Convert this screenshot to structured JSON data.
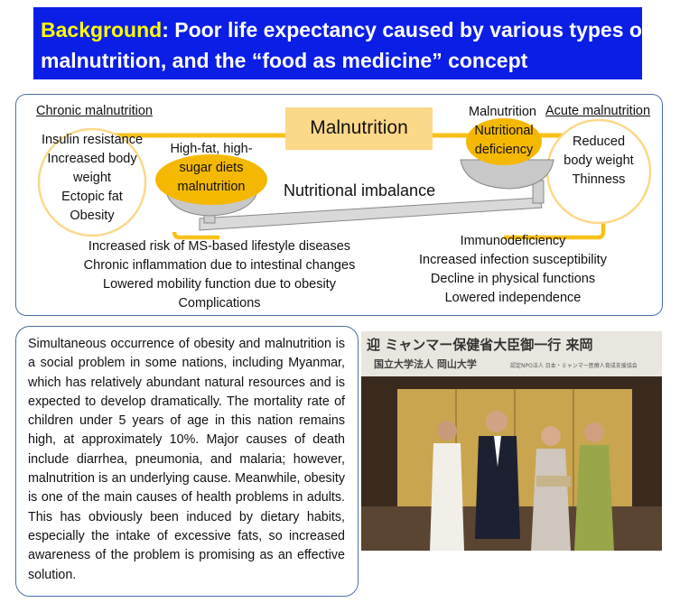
{
  "header": {
    "keyword": "Background",
    "line1_rest": ": Poor life expectancy caused by various types of",
    "line2": "malnutrition, and the “food as medicine” concept"
  },
  "diagram": {
    "chronic_label": "Chronic malnutrition",
    "chronic_items": [
      "Insulin resistance",
      "Increased body",
      "weight",
      "Ectopic fat",
      "Obesity"
    ],
    "left_pan_items": [
      "High-fat, high-",
      "sugar diets",
      "malnutrition"
    ],
    "center_label": "Malnutrition",
    "imbalance_label": "Nutritional imbalance",
    "right_top_label": "Malnutrition",
    "right_pan_items": [
      "Nutritional",
      "deficiency"
    ],
    "acute_label": "Acute malnutrition",
    "acute_items": [
      "Reduced",
      "body weight",
      "Thinness"
    ],
    "chronic_effects": [
      "Increased risk of MS-based lifestyle diseases",
      "Chronic inflammation due to intestinal changes",
      "Lowered mobility function due to obesity",
      "Complications"
    ],
    "acute_effects": [
      "Immunodeficiency",
      "Increased infection susceptibility",
      "Decline in physical functions",
      "Lowered independence"
    ],
    "colors": {
      "accent": "#f7c11a",
      "pan_blob": "#f5b800",
      "box": "#fcd889",
      "border": "#4a6fa5"
    }
  },
  "body_text": "Simultaneous occurrence of obesity and malnutrition is a social problem in some nations, including Myanmar, which has relatively abundant natural resources and is expected to develop dramatically. The mortality rate of children under 5 years of age in this nation remains high, at approximately 10%. Major causes of death include diarrhea, pneumonia, and malaria; however, malnutrition is an underlying cause. Meanwhile, obesity is one of the main causes of health problems in adults. This has obviously been induced by dietary habits, especially the intake of excessive fats, so increased awareness of the problem is promising as an effective solution.",
  "photo": {
    "banner_line1": "迎 ミャンマー保健省大臣御一行 来岡",
    "banner_line2": "国立大学法人 岡山大学",
    "banner_line3": "認定NPO法人 日本・ミャンマー医療人育成支援協会"
  }
}
